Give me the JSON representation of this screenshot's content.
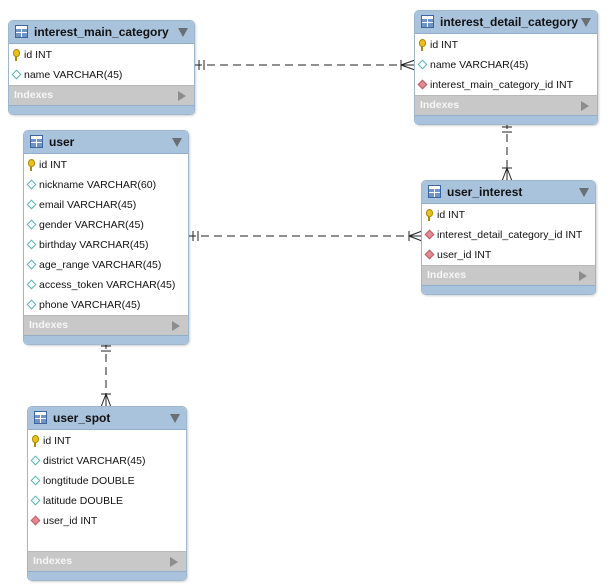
{
  "tables": {
    "interest_main_category": {
      "title": "interest_main_category",
      "columns": [
        {
          "label": "id INT",
          "kind": "pk"
        },
        {
          "label": "name VARCHAR(45)",
          "kind": "attr"
        }
      ],
      "indexes_label": "Indexes"
    },
    "interest_detail_category": {
      "title": "interest_detail_category",
      "columns": [
        {
          "label": "id INT",
          "kind": "pk"
        },
        {
          "label": "name VARCHAR(45)",
          "kind": "attr"
        },
        {
          "label": "interest_main_category_id INT",
          "kind": "fk"
        }
      ],
      "indexes_label": "Indexes"
    },
    "user": {
      "title": "user",
      "columns": [
        {
          "label": "id INT",
          "kind": "pk"
        },
        {
          "label": "nickname VARCHAR(60)",
          "kind": "attr"
        },
        {
          "label": "email VARCHAR(45)",
          "kind": "attr"
        },
        {
          "label": "gender VARCHAR(45)",
          "kind": "attr"
        },
        {
          "label": "birthday VARCHAR(45)",
          "kind": "attr"
        },
        {
          "label": "age_range VARCHAR(45)",
          "kind": "attr"
        },
        {
          "label": "access_token VARCHAR(45)",
          "kind": "attr"
        },
        {
          "label": "phone VARCHAR(45)",
          "kind": "attr"
        }
      ],
      "indexes_label": "Indexes"
    },
    "user_interest": {
      "title": "user_interest",
      "columns": [
        {
          "label": "id INT",
          "kind": "pk"
        },
        {
          "label": "interest_detail_category_id INT",
          "kind": "fk"
        },
        {
          "label": "user_id INT",
          "kind": "fk"
        }
      ],
      "indexes_label": "Indexes"
    },
    "user_spot": {
      "title": "user_spot",
      "columns": [
        {
          "label": "id INT",
          "kind": "pk"
        },
        {
          "label": "district VARCHAR(45)",
          "kind": "attr"
        },
        {
          "label": "longtitude DOUBLE",
          "kind": "attr"
        },
        {
          "label": "latitude DOUBLE",
          "kind": "attr"
        },
        {
          "label": "user_id INT",
          "kind": "fk"
        }
      ],
      "indexes_label": "Indexes"
    }
  },
  "relationships": [
    {
      "from": "interest_main_category",
      "to": "interest_detail_category",
      "from_cardinality": "one",
      "to_cardinality": "many"
    },
    {
      "from": "interest_detail_category",
      "to": "user_interest",
      "from_cardinality": "one",
      "to_cardinality": "many"
    },
    {
      "from": "user",
      "to": "user_interest",
      "from_cardinality": "one",
      "to_cardinality": "many"
    },
    {
      "from": "user",
      "to": "user_spot",
      "from_cardinality": "one",
      "to_cardinality": "many"
    }
  ],
  "colors": {
    "header": "#a9c3dd",
    "indexes_bar": "#c8c8c8",
    "primary_key": "#e6c11f",
    "foreign_key": "#de8c94",
    "attribute": "#56b6b3",
    "connector": "#222222"
  },
  "icons": {
    "table": "table-icon",
    "primary_key": "key-icon",
    "attribute": "diamond-icon",
    "foreign_key": "foreign-key-diamond-icon",
    "collapse": "triangle-down-icon",
    "indexes": "triangle-right-icon"
  }
}
